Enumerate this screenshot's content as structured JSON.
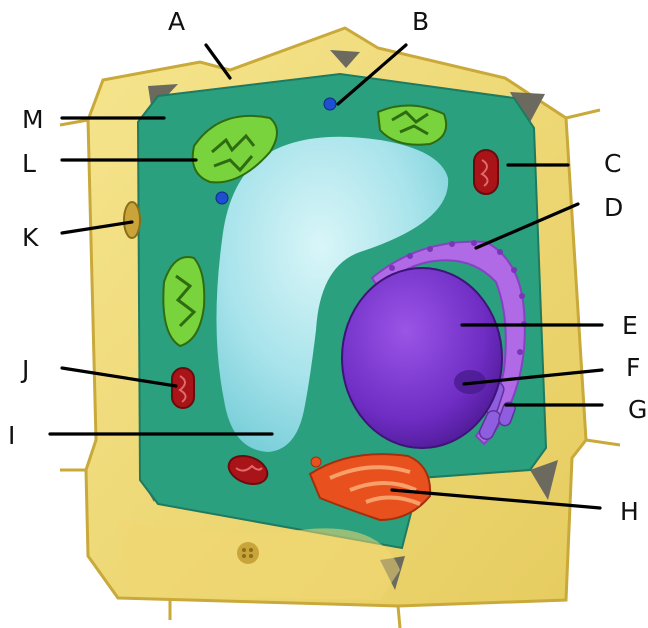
{
  "diagram": {
    "labels": {
      "A": "A",
      "B": "B",
      "C": "C",
      "D": "D",
      "E": "E",
      "F": "F",
      "G": "G",
      "H": "H",
      "I": "I",
      "J": "J",
      "K": "K",
      "L": "L",
      "M": "M"
    }
  },
  "colors": {
    "cell_wall": "#f1dc78",
    "cell_wall_edge": "#c9a93a",
    "cytoplasm": "#2aa07f",
    "vacuole": "#a9e6ee",
    "nucleus": "#7a30cc",
    "er": "#b06ae6",
    "golgi": "#e8501e",
    "chloroplast": "#78d33c",
    "mitochondrion": "#a81418"
  }
}
